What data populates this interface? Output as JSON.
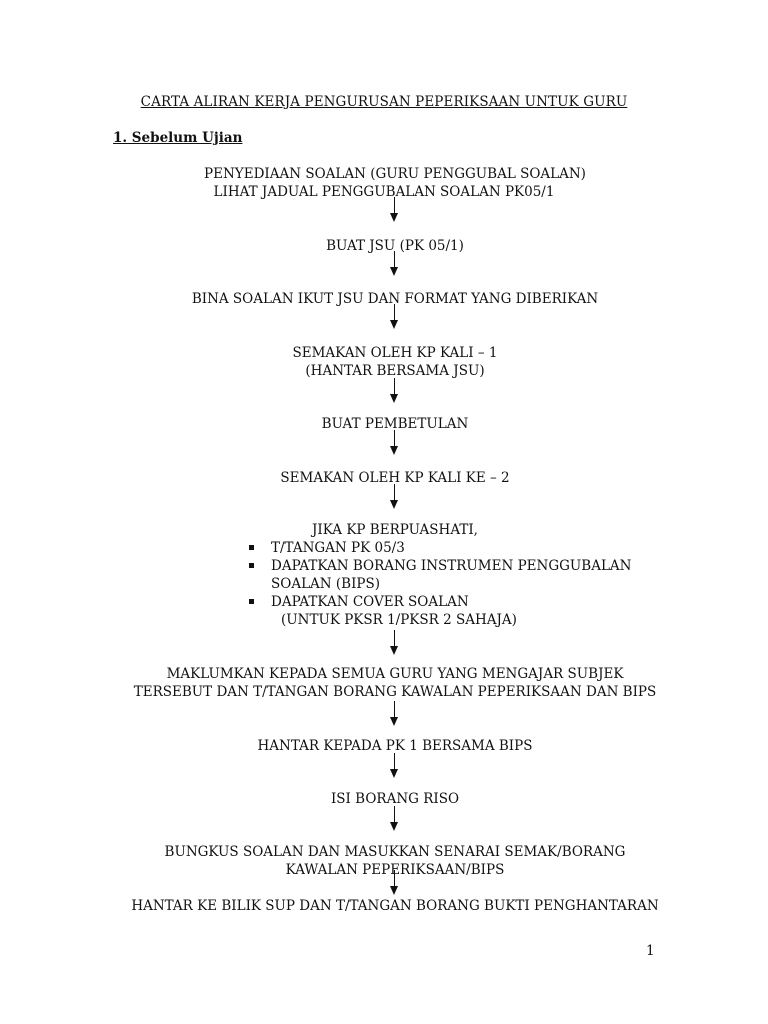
{
  "document": {
    "title": "CARTA ALIRAN KERJA PENGURUSAN PEPERIKSAAN UNTUK GURU",
    "section_heading": "1. Sebelum Ujian",
    "page_number": "1"
  },
  "flow": {
    "step1": [
      "PENYEDIAAN SOALAN (GURU PENGGUBAL SOALAN)",
      "LIHAT JADUAL PENGGUBALAN SOALAN PK05/1"
    ],
    "step2": "BUAT JSU (PK 05/1)",
    "step3": "BINA SOALAN IKUT JSU DAN FORMAT YANG DIBERIKAN",
    "step4": [
      "SEMAKAN OLEH KP KALI – 1",
      "(HANTAR BERSAMA JSU)"
    ],
    "step5": "BUAT PEMBETULAN",
    "step6": "SEMAKAN OLEH KP KALI KE – 2",
    "step7": {
      "heading": "JIKA KP BERPUASHATI,",
      "bullets": [
        "T/TANGAN PK 05/3",
        "DAPATKAN BORANG INSTRUMEN PENGGUBALAN",
        "DAPATKAN COVER SOALAN"
      ],
      "bullet2_continuation": "SOALAN (BIPS)",
      "bullet3_continuation": "(UNTUK PKSR 1/PKSR 2 SAHAJA)"
    },
    "step8": [
      "MAKLUMKAN KEPADA SEMUA GURU YANG MENGAJAR SUBJEK",
      "TERSEBUT DAN T/TANGAN BORANG KAWALAN PEPERIKSAAN DAN BIPS"
    ],
    "step9": "HANTAR KEPADA PK 1 BERSAMA BIPS",
    "step10": "ISI BORANG RISO",
    "step11": [
      "BUNGKUS SOALAN DAN MASUKKAN SENARAI SEMAK/BORANG",
      "KAWALAN PEPERIKSAAN/BIPS"
    ],
    "step12": "HANTAR KE BILIK SUP DAN T/TANGAN BORANG BUKTI PENGHANTARAN"
  }
}
